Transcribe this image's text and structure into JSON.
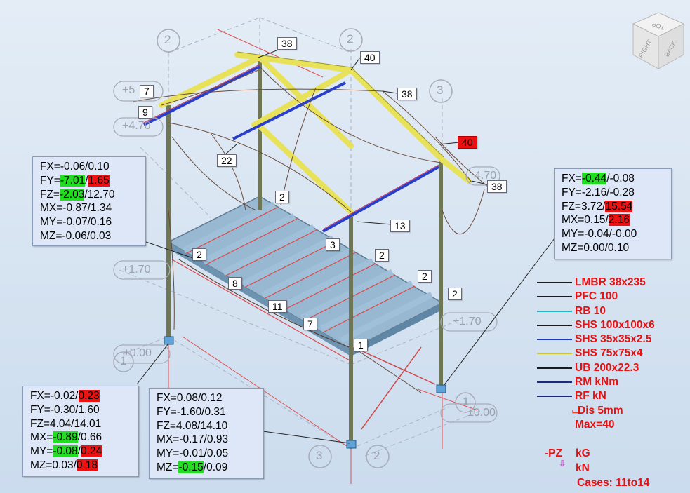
{
  "view_cube": {
    "top": "TOP",
    "right": "RIGHT",
    "back": "BACK"
  },
  "grid_markers": {
    "col_2a": "2",
    "col_2b": "2",
    "col_3a": "3",
    "col_1": "1",
    "bot_3": "3",
    "bot_2": "2",
    "left_1": "1"
  },
  "levels": {
    "plus5": "+5",
    "plus470": "+4.70",
    "plus170_left": "+1.70",
    "plus170_right": "+1.70",
    "plus470_right": "4.70",
    "zero_left": "±0.00",
    "zero_right": "±0.00"
  },
  "member_labels": [
    "38",
    "40",
    "38",
    "7",
    "9",
    "40",
    "22",
    "38",
    "2",
    "13",
    "3",
    "2",
    "2",
    "8",
    "2",
    "2",
    "11",
    "7",
    "1"
  ],
  "reaction_boxes": [
    {
      "name": "reaction-box-top-left",
      "lines": [
        {
          "parts": [
            {
              "t": "FX=-0.06/0.10",
              "h": ""
            }
          ]
        },
        {
          "parts": [
            {
              "t": "FY=",
              "h": ""
            },
            {
              "t": "-7.01",
              "h": "g"
            },
            {
              "t": "/",
              "h": ""
            },
            {
              "t": "1.65",
              "h": "r"
            }
          ]
        },
        {
          "parts": [
            {
              "t": "FZ=",
              "h": ""
            },
            {
              "t": "-2.03",
              "h": "g"
            },
            {
              "t": "/12.70",
              "h": ""
            }
          ]
        },
        {
          "parts": [
            {
              "t": "MX=-0.87/1.34",
              "h": ""
            }
          ]
        },
        {
          "parts": [
            {
              "t": "MY=-0.07/0.16",
              "h": ""
            }
          ]
        },
        {
          "parts": [
            {
              "t": "MZ=-0.06/0.03",
              "h": ""
            }
          ]
        }
      ]
    },
    {
      "name": "reaction-box-right",
      "lines": [
        {
          "parts": [
            {
              "t": "FX=",
              "h": ""
            },
            {
              "t": "-0.44",
              "h": "g"
            },
            {
              "t": "/-0.08",
              "h": ""
            }
          ]
        },
        {
          "parts": [
            {
              "t": "FY=-2.16/-0.28",
              "h": ""
            }
          ]
        },
        {
          "parts": [
            {
              "t": "FZ=3.72/",
              "h": ""
            },
            {
              "t": "15.54",
              "h": "r"
            }
          ]
        },
        {
          "parts": [
            {
              "t": "MX=0.15/",
              "h": ""
            },
            {
              "t": "2.16",
              "h": "r"
            }
          ]
        },
        {
          "parts": [
            {
              "t": "MY=-0.04/-0.00",
              "h": ""
            }
          ]
        },
        {
          "parts": [
            {
              "t": "MZ=0.00/0.10",
              "h": ""
            }
          ]
        }
      ]
    },
    {
      "name": "reaction-box-bottom-left",
      "lines": [
        {
          "parts": [
            {
              "t": "FX=-0.02/",
              "h": ""
            },
            {
              "t": "0.23",
              "h": "r"
            }
          ]
        },
        {
          "parts": [
            {
              "t": "FY=-0.30/1.60",
              "h": ""
            }
          ]
        },
        {
          "parts": [
            {
              "t": "FZ=4.04/14.01",
              "h": ""
            }
          ]
        },
        {
          "parts": [
            {
              "t": "MX=",
              "h": ""
            },
            {
              "t": "-0.89",
              "h": "g"
            },
            {
              "t": "/0.66",
              "h": ""
            }
          ]
        },
        {
          "parts": [
            {
              "t": "MY=",
              "h": ""
            },
            {
              "t": "-0.08",
              "h": "g"
            },
            {
              "t": "/",
              "h": ""
            },
            {
              "t": "0.24",
              "h": "r"
            }
          ]
        },
        {
          "parts": [
            {
              "t": "MZ=0.03/",
              "h": ""
            },
            {
              "t": "0.18",
              "h": "r"
            }
          ]
        }
      ]
    },
    {
      "name": "reaction-box-bottom-middle",
      "lines": [
        {
          "parts": [
            {
              "t": "FX=0.08/0.12",
              "h": ""
            }
          ]
        },
        {
          "parts": [
            {
              "t": "FY=-1.60/0.31",
              "h": ""
            }
          ]
        },
        {
          "parts": [
            {
              "t": "FZ=4.08/14.10",
              "h": ""
            }
          ]
        },
        {
          "parts": [
            {
              "t": "MX=-0.17/0.93",
              "h": ""
            }
          ]
        },
        {
          "parts": [
            {
              "t": "MY=-0.01/0.05",
              "h": ""
            }
          ]
        },
        {
          "parts": [
            {
              "t": "MZ=",
              "h": ""
            },
            {
              "t": "-0.15",
              "h": "g"
            },
            {
              "t": "/0.09",
              "h": ""
            }
          ]
        }
      ]
    }
  ],
  "legend": {
    "items": [
      {
        "label": "LMBR 38x235",
        "color": "#1a1a1a"
      },
      {
        "label": "PFC 100",
        "color": "#1a1a1a"
      },
      {
        "label": "RB 10",
        "color": "#22b8c8"
      },
      {
        "label": "SHS 100x100x6",
        "color": "#1a1a1a"
      },
      {
        "label": "SHS 35x35x2.5",
        "color": "#1a3ab8"
      },
      {
        "label": "SHS 75x75x4",
        "color": "#c8c832"
      },
      {
        "label": "UB 200x22.3",
        "color": "#1a1a1a"
      },
      {
        "label": "RM kNm",
        "color": "#1a2a7a"
      },
      {
        "label": "RF kN",
        "color": "#1a2a7a"
      }
    ],
    "dis_label": "Dis  5mm",
    "max_label": "Max=40"
  },
  "units": {
    "pz": "-PZ",
    "kg": "kG",
    "kn": "kN",
    "cases": "Cases: 11to14"
  },
  "colors": {
    "highlight_green": "#22dd22",
    "highlight_red": "#ee1111",
    "legend_text": "#e81010"
  }
}
